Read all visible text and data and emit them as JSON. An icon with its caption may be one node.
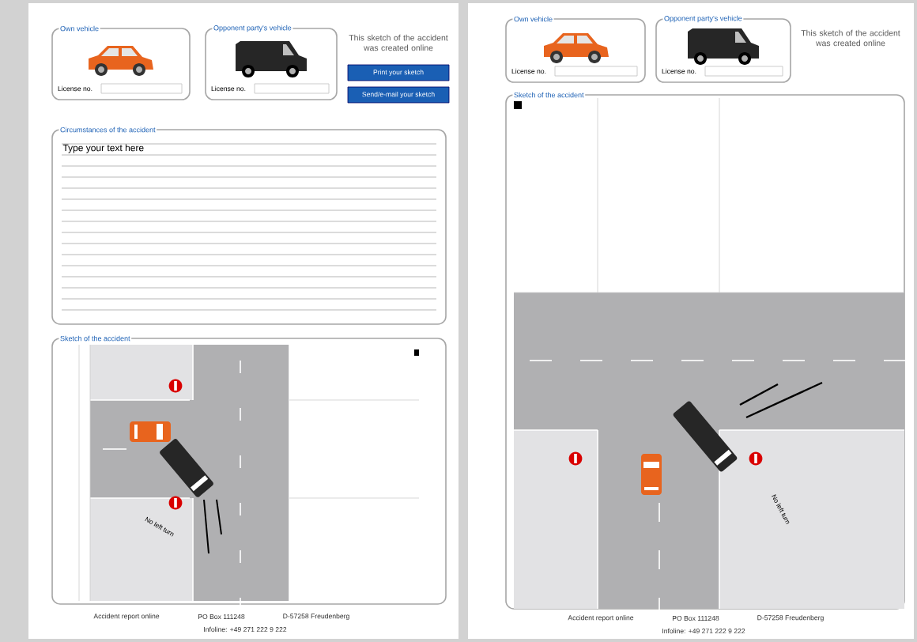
{
  "diagram": {
    "nodes": [
      {
        "text": [
          "Own vehicle",
          "License no."
        ]
      },
      {
        "text": [
          "Opponent party's vehicle",
          "License no."
        ]
      },
      {
        "text": [
          "Print your sketch"
        ]
      },
      {
        "text": [
          "Send/e-mail your sketch"
        ]
      },
      {
        "text": [
          "Circumstances of the accident",
          "Type your text here"
        ]
      },
      {
        "text": [
          "Sketch of the accident"
        ]
      },
      {
        "text": [
          "Own vehicle",
          "License no."
        ]
      },
      {
        "text": [
          "Opponent party's vehicle",
          "License no."
        ]
      },
      {
        "text": [
          "Sketch of the accident"
        ]
      }
    ],
    "labels": [
      "This sketch of the accident was created online",
      "No left turn",
      "Accident report online",
      "PO Box 111248",
      "D-57258 Freudenberg",
      "Infoline: +49 271 222 9 222",
      "This sketch of the accident was created online",
      "No left turn",
      "Accident report online",
      "PO Box 111248",
      "D-57258 Freudenberg",
      "Infoline: +49 271 222 9 222"
    ]
  }
}
